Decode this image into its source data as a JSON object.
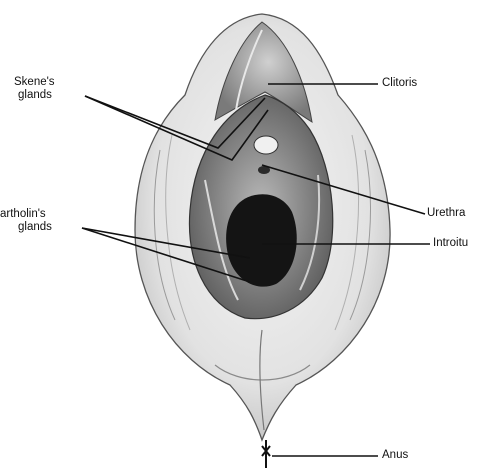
{
  "labels": {
    "skenes_glands": [
      "Skene's",
      "glands"
    ],
    "bartholins_glands": [
      "artholin's",
      "glands"
    ],
    "clitoris": "Clitoris",
    "urethra": "Urethra",
    "introitus": "Introitu",
    "anus": "Anus"
  },
  "colors": {
    "ink": "#111111",
    "background": "#ffffff",
    "shade_dark": "#1a1a1a",
    "shade_mid": "#8a8a8a",
    "shade_light": "#d6d6d6"
  }
}
